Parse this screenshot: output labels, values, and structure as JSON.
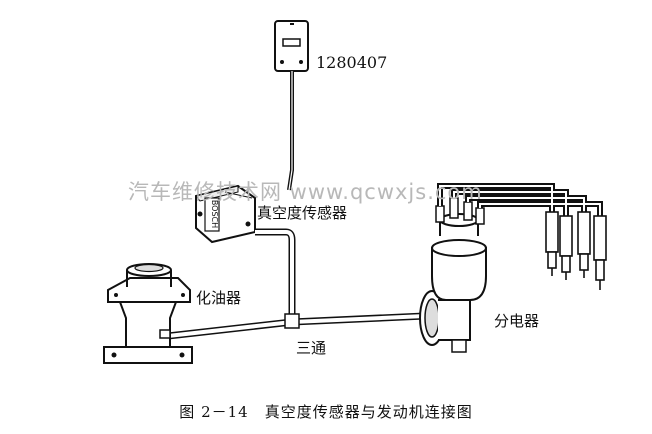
{
  "labels": {
    "part_number": "1280407",
    "vacuum_sensor": "真空度传感器",
    "carburetor": "化油器",
    "distributor": "分电器",
    "tee": "三通",
    "brand_on_sensor": "BOSCH"
  },
  "caption": "图 2－14　真空度传感器与发动机连接图",
  "watermark": "汽车维修技术网 www.qcwxjs.com",
  "colors": {
    "line": "#111111",
    "fill": "#ffffff",
    "shade": "#d9d9d9",
    "watermark": "#b8b8b8"
  }
}
